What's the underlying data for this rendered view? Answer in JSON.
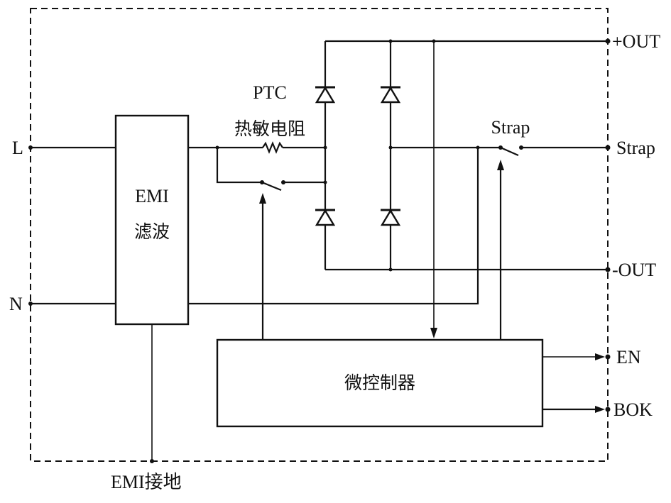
{
  "diagram": {
    "title": "",
    "blocks": {
      "emi_filter": {
        "line1": "EMI",
        "line2": "滤波"
      },
      "microcontroller": {
        "label": "微控制器"
      }
    },
    "components": {
      "ptc": {
        "line1": "PTC",
        "line2": "热敏电阻"
      },
      "strap_switch": {
        "label": "Strap"
      }
    },
    "terminals": {
      "line": "L",
      "neutral": "N",
      "out_positive": "+OUT",
      "strap": "Strap",
      "out_negative": "-OUT",
      "enable": "EN",
      "bok": "BOK",
      "emi_ground": "EMI接地"
    },
    "colors": {
      "line": "#111111",
      "background": "#ffffff"
    }
  }
}
